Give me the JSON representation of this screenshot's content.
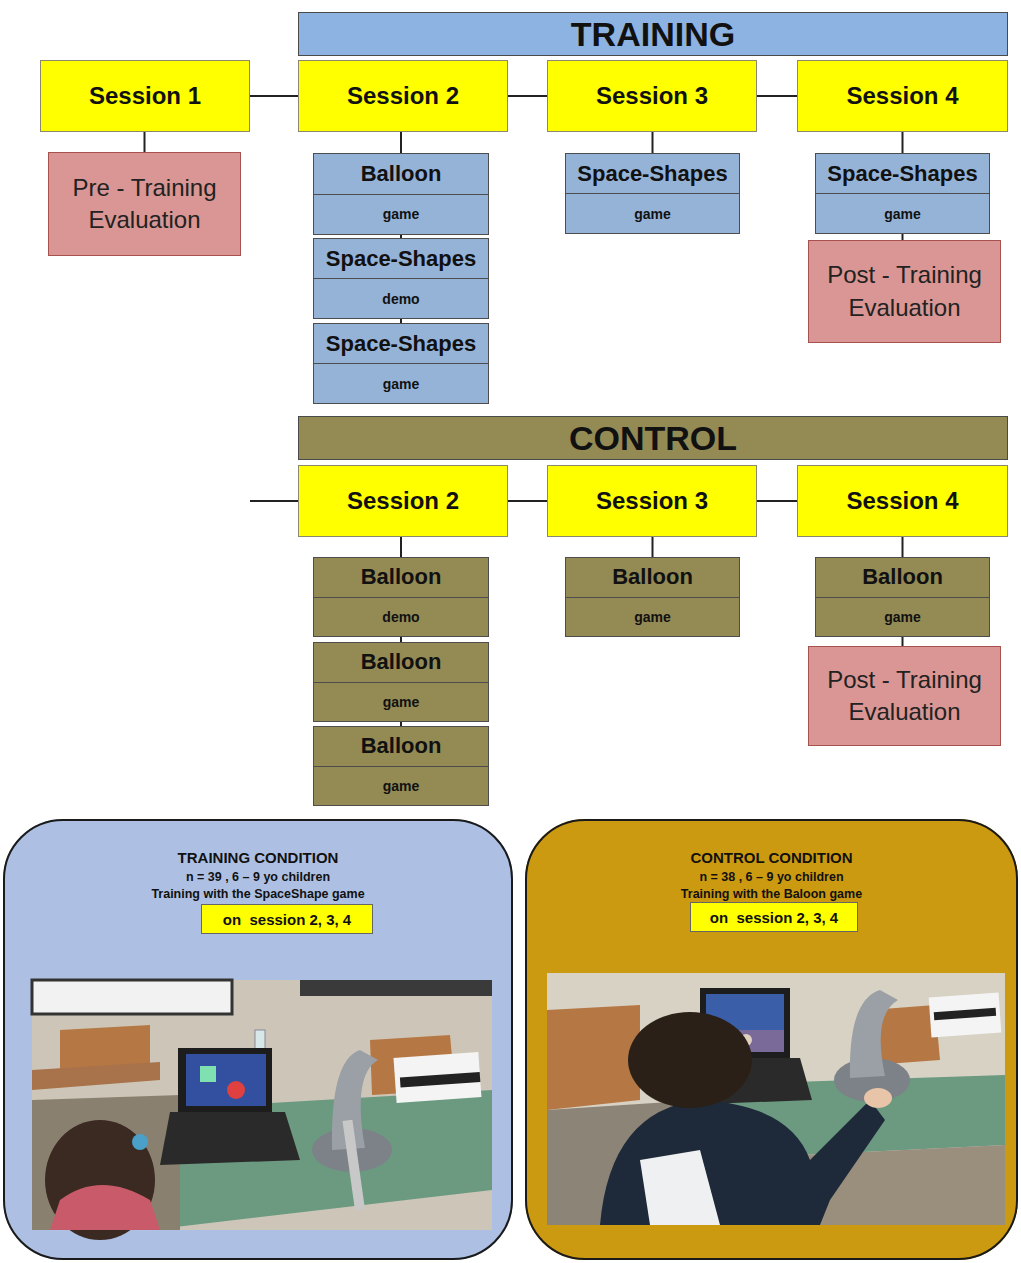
{
  "diagram": {
    "nodes": [
      {
        "text": [
          "TRAINING"
        ]
      },
      {
        "text": [
          "Session 1"
        ]
      },
      {
        "text": [
          "Session 2"
        ]
      },
      {
        "text": [
          "Session 3"
        ]
      },
      {
        "text": [
          "Session 4"
        ]
      },
      {
        "text": [
          "Pre - Training Evaluation"
        ]
      },
      {
        "text": [
          "Balloon",
          "game"
        ]
      },
      {
        "text": [
          "Space-Shapes",
          "demo"
        ]
      },
      {
        "text": [
          "Space-Shapes",
          "game"
        ]
      },
      {
        "text": [
          "Space-Shapes",
          "game"
        ]
      },
      {
        "text": [
          "Space-Shapes",
          "game"
        ]
      },
      {
        "text": [
          "Post - Training Evaluation"
        ]
      },
      {
        "text": [
          "CONTROL"
        ]
      },
      {
        "text": [
          "Session 2"
        ]
      },
      {
        "text": [
          "Session 3"
        ]
      },
      {
        "text": [
          "Session 4"
        ]
      },
      {
        "text": [
          "Balloon",
          "demo"
        ]
      },
      {
        "text": [
          "Balloon",
          "game"
        ]
      },
      {
        "text": [
          "Balloon",
          "game"
        ]
      },
      {
        "text": [
          "Balloon",
          "game"
        ]
      },
      {
        "text": [
          "Balloon",
          "game"
        ]
      },
      {
        "text": [
          "Post - Training Evaluation"
        ]
      },
      {
        "text": [
          "TRAINING CONDITION",
          "n = 39 , 6 – 9 yo children",
          "Training with the SpaceShape game"
        ]
      },
      {
        "text": [
          "on  session 2, 3, 4"
        ],
        "in": 22
      },
      {
        "text": [
          "CONTROL CONDITION",
          "n = 38 , 6 – 9 yo children",
          "Training with the Baloon game"
        ]
      },
      {
        "text": [
          "on  session 2, 3, 4"
        ],
        "in": 24
      }
    ],
    "edges": [
      {
        "from": 1,
        "to": 2,
        "arrow": "none"
      },
      {
        "from": 2,
        "to": 3,
        "arrow": "none"
      },
      {
        "from": 3,
        "to": 4,
        "arrow": "none"
      },
      {
        "from": 1,
        "to": 5,
        "arrow": "none"
      },
      {
        "from": 2,
        "to": 6,
        "arrow": "none"
      },
      {
        "from": 6,
        "to": 7,
        "arrow": "none"
      },
      {
        "from": 7,
        "to": 8,
        "arrow": "none"
      },
      {
        "from": 3,
        "to": 9,
        "arrow": "none"
      },
      {
        "from": 4,
        "to": 10,
        "arrow": "none"
      },
      {
        "from": 10,
        "to": 11,
        "arrow": "none"
      },
      {
        "from": 13,
        "to": 14,
        "arrow": "none"
      },
      {
        "from": 14,
        "to": 15,
        "arrow": "none"
      },
      {
        "from": 13,
        "to": 16,
        "arrow": "none"
      },
      {
        "from": 16,
        "to": 17,
        "arrow": "none"
      },
      {
        "from": 17,
        "to": 18,
        "arrow": "none"
      },
      {
        "from": 14,
        "to": 19,
        "arrow": "none"
      },
      {
        "from": 15,
        "to": 20,
        "arrow": "none"
      },
      {
        "from": 20,
        "to": 21,
        "arrow": "none"
      }
    ]
  }
}
